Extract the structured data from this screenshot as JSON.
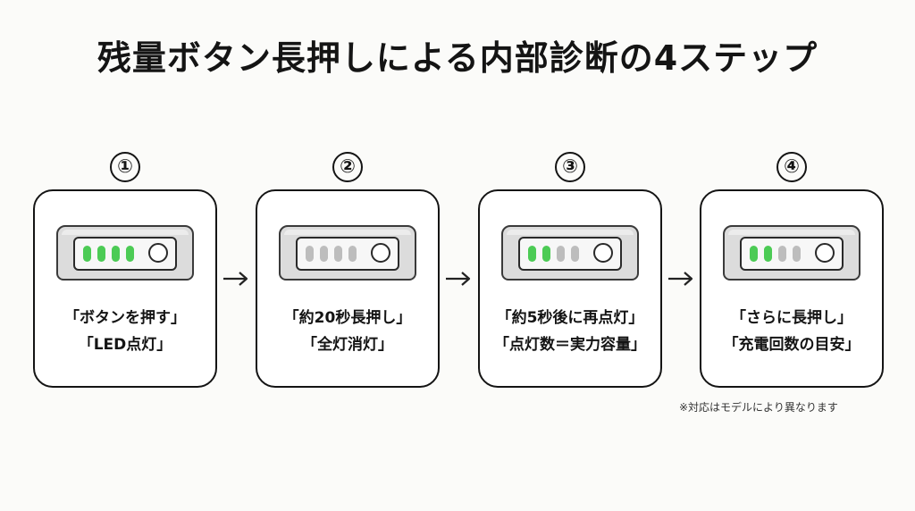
{
  "title": "残量ボタン長押しによる内部診断の4ステップ",
  "steps": [
    {
      "number": "①",
      "caption_line1": "「ボタンを押す」",
      "caption_line2": "「LED点灯」",
      "leds": [
        true,
        true,
        true,
        true
      ]
    },
    {
      "number": "②",
      "caption_line1": "「約20秒長押し」",
      "caption_line2": "「全灯消灯」",
      "leds": [
        false,
        false,
        false,
        false
      ]
    },
    {
      "number": "③",
      "caption_line1": "「約5秒後に再点灯」",
      "caption_line2": "「点灯数＝実力容量」",
      "leds": [
        true,
        true,
        false,
        false
      ]
    },
    {
      "number": "④",
      "caption_line1": "「さらに長押し」",
      "caption_line2": "「充電回数の目安」",
      "leds": [
        true,
        true,
        false,
        false
      ]
    }
  ],
  "led_colors": {
    "on": "#4ccb55",
    "off": "#bdbdbd"
  },
  "arrow_icon": "right-arrow-icon",
  "note": "※対応はモデルにより異なります"
}
